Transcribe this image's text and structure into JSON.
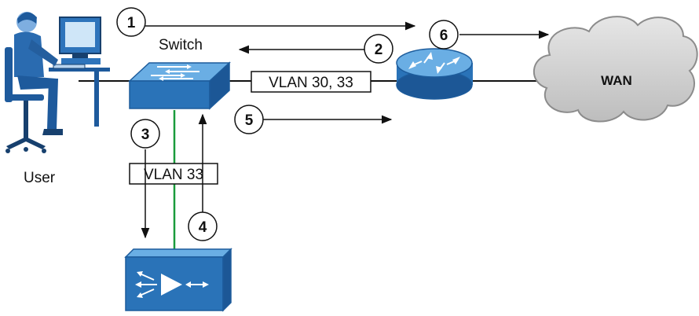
{
  "nodes": {
    "user_label": "User",
    "switch_label": "Switch",
    "wan_label": "WAN"
  },
  "links": {
    "trunk_label": "VLAN 30, 33",
    "access_label": "VLAN 33"
  },
  "steps": [
    "1",
    "2",
    "3",
    "4",
    "5",
    "6"
  ],
  "colors": {
    "device_blue": "#2a73b8",
    "device_light": "#5fa6de",
    "line": "#111111",
    "vlan_link": "#1a9b3c",
    "cloud_fill": "#d2d2d2",
    "cloud_stroke": "#8c8c8c",
    "user_blue": "#1e5a9c"
  },
  "icons": [
    "user-at-computer-icon",
    "switch-icon",
    "router-icon",
    "wan-cloud-icon",
    "appliance-icon"
  ]
}
